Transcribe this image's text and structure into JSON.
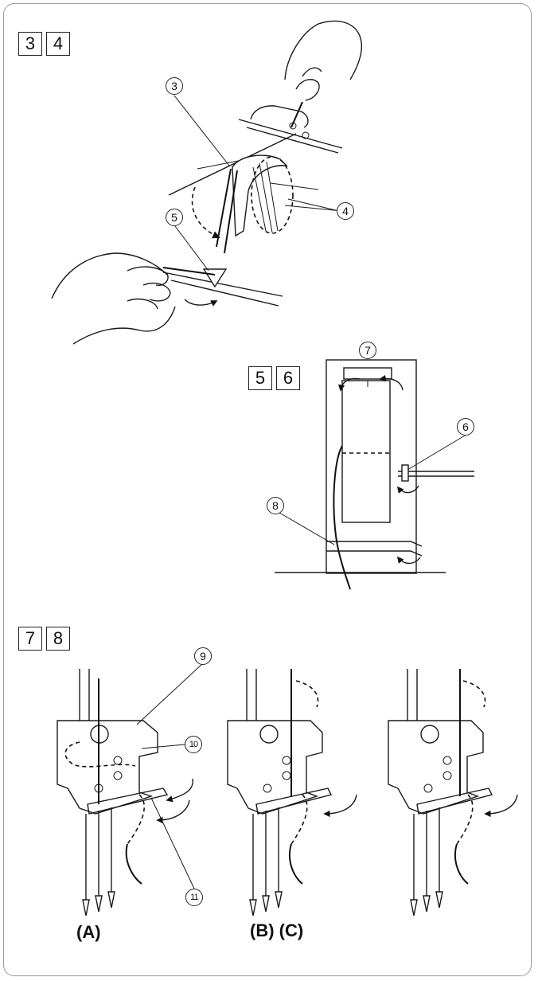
{
  "panels": [
    {
      "steps": [
        "3",
        "4"
      ]
    },
    {
      "steps": [
        "5",
        "6"
      ]
    },
    {
      "steps": [
        "7",
        "8"
      ]
    }
  ],
  "callouts": {
    "c3": "3",
    "c4": "4",
    "c5": "5",
    "c6": "6",
    "c7": "7",
    "c8": "8",
    "c9": "9",
    "c10": "10",
    "c11": "11"
  },
  "captions": {
    "a": "(A)",
    "bc": "(B) (C)"
  },
  "colors": {
    "ink": "#111111",
    "frame": "#9a9a9a"
  },
  "icons": [
    "hand-icon",
    "curved-arrow-icon",
    "needle-icon"
  ]
}
